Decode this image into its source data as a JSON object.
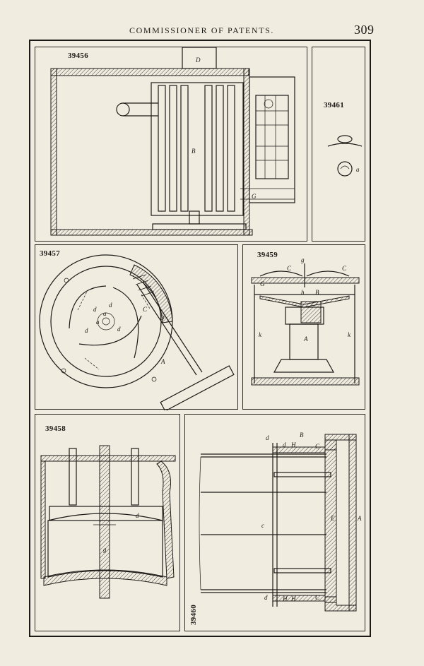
{
  "header": {
    "title": "COMMISSIONER OF PATENTS.",
    "page_number": "309"
  },
  "figures": [
    {
      "number": "39456",
      "letters": [
        "D",
        "B",
        "G"
      ]
    },
    {
      "number": "39461",
      "letters": [
        "a"
      ]
    },
    {
      "number": "39457",
      "letters": [
        "d",
        "a",
        "a",
        "d",
        "d",
        "d",
        "C",
        "D",
        "A"
      ]
    },
    {
      "number": "39459",
      "letters": [
        "C",
        "g",
        "C",
        "G",
        "h",
        "B",
        "A",
        "k",
        "k"
      ]
    },
    {
      "number": "39458",
      "letters": [
        "d",
        "g"
      ]
    },
    {
      "number": "39460",
      "letters": [
        "d",
        "B",
        "d",
        "H",
        "C",
        "E",
        "A",
        "c",
        "d",
        "H",
        "H",
        "C"
      ]
    }
  ]
}
